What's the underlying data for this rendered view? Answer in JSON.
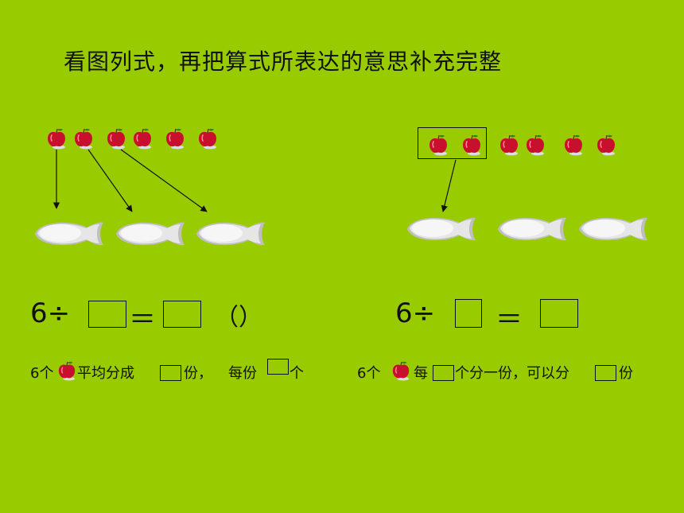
{
  "title": "看图列式，再把算式所表达的意思补充完整",
  "left": {
    "equation": {
      "number": "6",
      "divide": "÷",
      "equals": "＝",
      "paren": "（）"
    },
    "sentence": {
      "part1": "6个",
      "part2": "平均分成",
      "part3": "份，",
      "part4": "每份",
      "part5": "个"
    }
  },
  "right": {
    "equation": {
      "number": "6",
      "divide": "÷",
      "equals": "＝"
    },
    "sentence": {
      "part1": "6个",
      "part2": "每",
      "part3": "个分一份，可以分",
      "part4": "份"
    }
  },
  "colors": {
    "background": "#99cc00",
    "apple": "#c8102e",
    "plate": "#e6e6e6"
  }
}
